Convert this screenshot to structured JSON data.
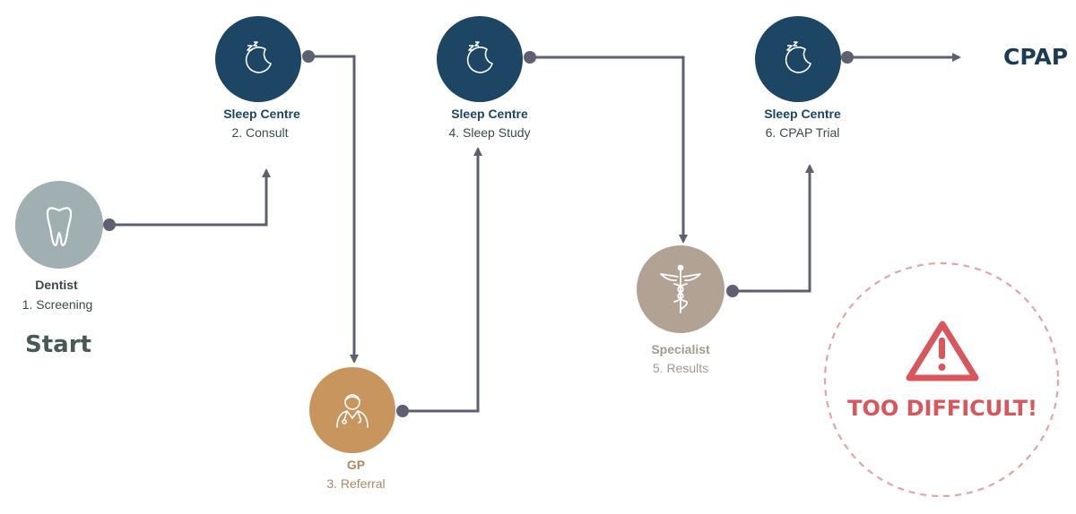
{
  "colors": {
    "sleep_centre": "#1c4663",
    "dentist": "#9fafb2",
    "gp": "#c8955e",
    "specialist": "#b2a294",
    "connector": "#5e6071",
    "warning": "#d9575c",
    "start_text": "#465955",
    "cpap_text": "#1b3c57",
    "label_dark": "#3a4a4a",
    "label_gp": "#b08860",
    "label_specialist": "#a59a90"
  },
  "steps": [
    {
      "id": "dentist",
      "title": "Dentist",
      "subtitle": "1. Screening",
      "icon": "tooth-icon"
    },
    {
      "id": "consult",
      "title": "Sleep Centre",
      "subtitle": "2. Consult",
      "icon": "moon-zzz-icon"
    },
    {
      "id": "gp",
      "title": "GP",
      "subtitle": "3. Referral",
      "icon": "doctor-icon"
    },
    {
      "id": "study",
      "title": "Sleep Centre",
      "subtitle": "4. Sleep Study",
      "icon": "moon-zzz-icon"
    },
    {
      "id": "specialist",
      "title": "Specialist",
      "subtitle": "5. Results",
      "icon": "caduceus-icon"
    },
    {
      "id": "trial",
      "title": "Sleep Centre",
      "subtitle": "6. CPAP Trial",
      "icon": "moon-zzz-icon"
    }
  ],
  "start_label": "Start",
  "end_label": "CPAP",
  "warning": {
    "text": "TOO DIFFICULT!",
    "icon": "warning-triangle-icon"
  }
}
